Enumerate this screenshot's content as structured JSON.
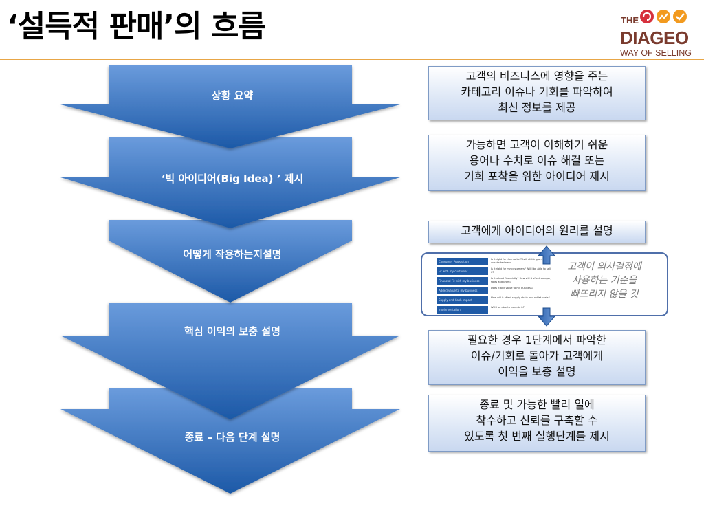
{
  "slide": {
    "title": "‘설득적 판매’의 흐름",
    "logo": {
      "the": "THE",
      "brand": "DIAGEO",
      "sub": "WAY OF SELLING"
    }
  },
  "stages": [
    {
      "label": "상황 요약"
    },
    {
      "label": "‘빅 아이디어(Big Idea) ’ 제시"
    },
    {
      "label": "어떻게 작용하는지설명"
    },
    {
      "label": "핵심 이익의 보충 설명"
    },
    {
      "label": "종료 – 다음 단계 설명"
    }
  ],
  "boxes": [
    {
      "lines": [
        "고객의 비즈니스에 영향을 주는",
        "카테고리 이슈나 기회를 파악하여",
        "최신 정보를 제공"
      ]
    },
    {
      "lines": [
        "가능하면 고객이 이해하기 쉬운",
        "용어나 수치로 이슈 해결 또는",
        "기회 포착을 위한 아이디어 제시"
      ]
    },
    {
      "lines": [
        "고객에게 아이디어의 원리를 설명"
      ]
    },
    {
      "lines": [
        "필요한 경우 1단계에서 파악한",
        "이슈/기회로 돌아가 고객에게",
        "이익을 보충 설명"
      ]
    },
    {
      "lines": [
        "종료 및 가능한 빨리 일에",
        "착수하고 신뢰를 구축할 수",
        "있도록 첫 번째 실행단계를 제시"
      ]
    }
  ],
  "criteria_panel": {
    "note_lines": [
      "고객이 의사결정에",
      "사용하는 기준을",
      "빠뜨리지 않을 것"
    ],
    "rows": [
      {
        "label": "Consumer Proposition",
        "desc": "Is it right for the market? Is it utilising an unsatisfied need"
      },
      {
        "label": "Fit with my customer",
        "desc": "Is it right for my customers? Will I be able to sell it?"
      },
      {
        "label": "Financial Fit with my business",
        "desc": "Is it robust financially? How will it affect category sales and profit?"
      },
      {
        "label": "Added value to my business",
        "desc": "Does it add value to my business?"
      },
      {
        "label": "Supply and Cash Impact",
        "desc": "How will it affect supply chain and outlet costs?"
      },
      {
        "label": "Implementation",
        "desc": "Will I be able to execute it?"
      }
    ]
  },
  "colors": {
    "arrow_top": "#5b8fd3",
    "arrow_bottom": "#1d5aa8",
    "title_rule": "#e8a646",
    "logo_red": "#d6313d",
    "logo_orange": "#f29a1f"
  }
}
